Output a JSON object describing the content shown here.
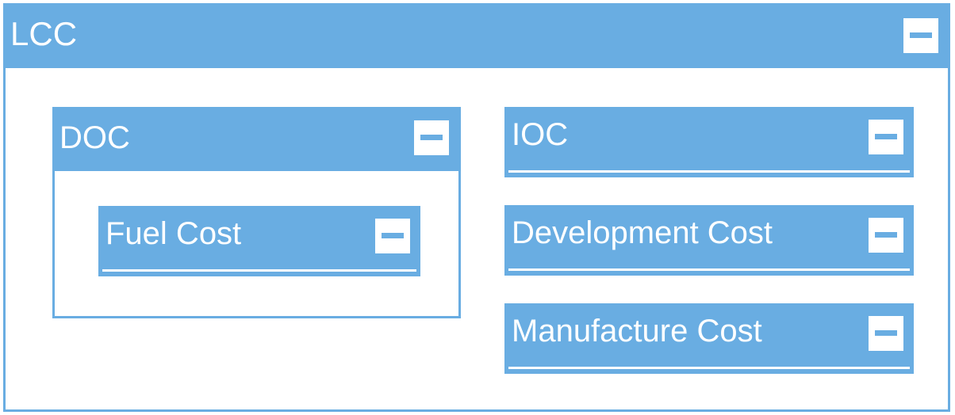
{
  "colors": {
    "accent": "#69ade2",
    "background": "#ffffff",
    "text": "#ffffff"
  },
  "lcc": {
    "title": "LCC",
    "collapse_icon": "minus-icon"
  },
  "doc": {
    "title": "DOC",
    "collapse_icon": "minus-icon",
    "children": {
      "fuel_cost": {
        "title": "Fuel Cost",
        "collapse_icon": "minus-icon"
      }
    }
  },
  "ioc": {
    "title": "IOC",
    "collapse_icon": "minus-icon"
  },
  "development_cost": {
    "title": "Development Cost",
    "collapse_icon": "minus-icon"
  },
  "manufacture_cost": {
    "title": "Manufacture Cost",
    "collapse_icon": "minus-icon"
  }
}
